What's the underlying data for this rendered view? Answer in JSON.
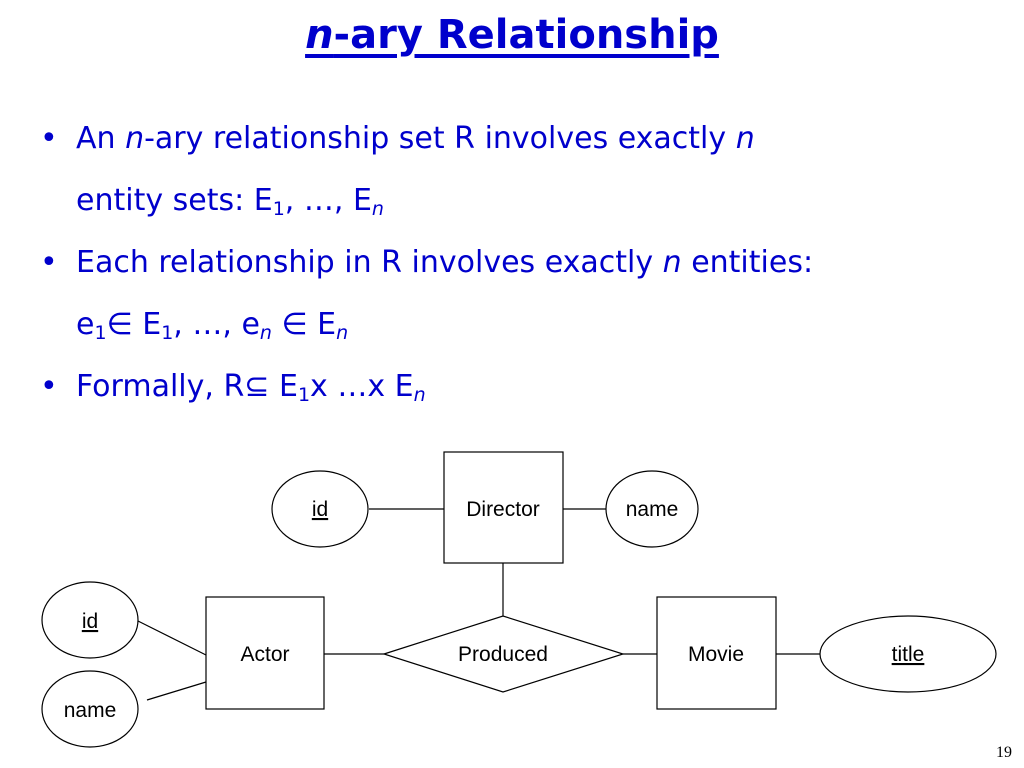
{
  "title": {
    "n": "n",
    "rest": "-ary Relationship"
  },
  "bullets": {
    "b1": {
      "p1": "An ",
      "n1": "n",
      "p2": "-ary relationship set R involves exactly ",
      "n2": "n",
      "p3": "entity sets: E",
      "sub1": "1",
      "p4": ", …, E",
      "subn": "n"
    },
    "b2": {
      "p1": "Each relationship in R involves exactly ",
      "n1": "n",
      "p2": " entities:",
      "e": "e",
      "sub1": "1",
      "in1": "∈",
      "E1": " E",
      "sub1b": "1",
      "p3": ", …, e",
      "subn": "n",
      "in2": " ∈ ",
      "En": " E",
      "subnb": "n"
    },
    "b3": {
      "p1": "Formally, R",
      "subset": "⊆",
      "E": " E",
      "sub1": "1",
      "x": "x …x E",
      "subn": "n"
    }
  },
  "diagram": {
    "director": "Director",
    "director_id": "id",
    "director_name": "name",
    "actor": "Actor",
    "actor_id": "id",
    "actor_name": "name",
    "relationship": "Produced",
    "movie": "Movie",
    "movie_title": "title"
  },
  "page_number": "19"
}
